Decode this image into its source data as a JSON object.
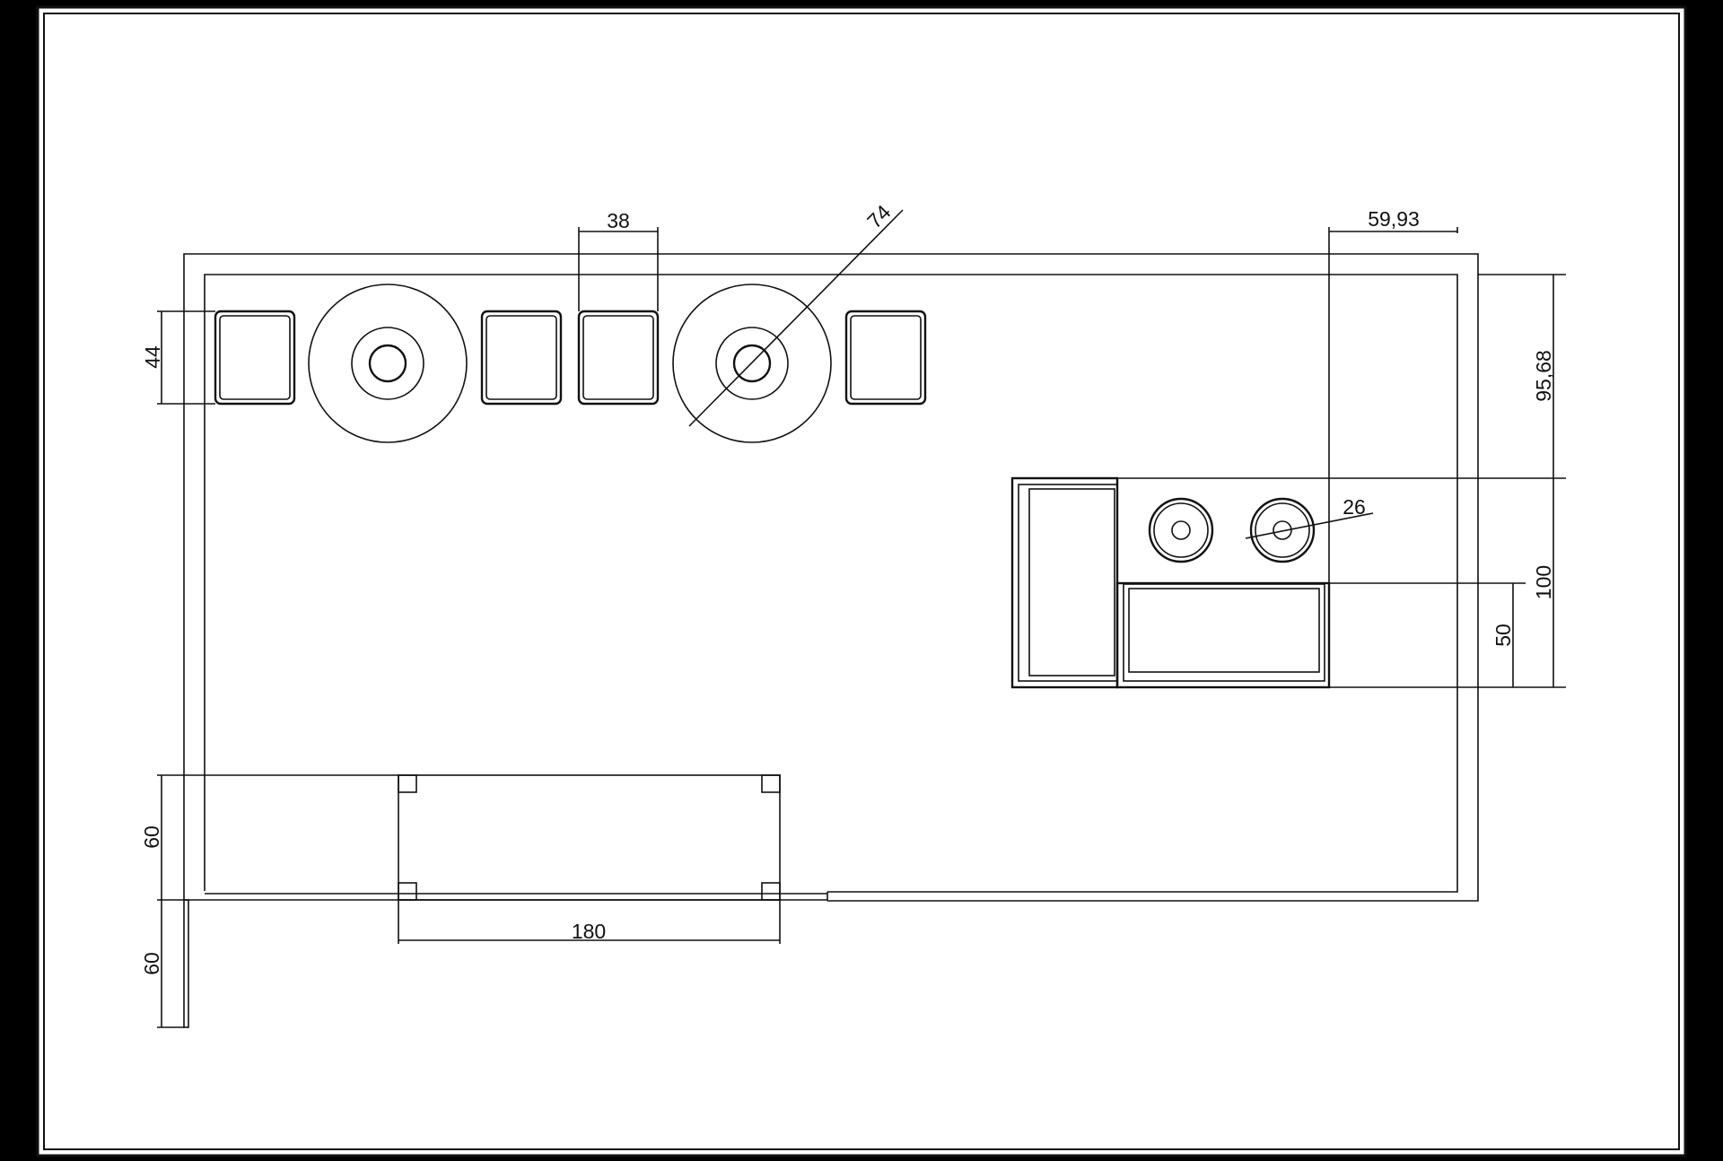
{
  "drawing": {
    "type": "floor-plan",
    "background_color": "#000000",
    "paper_color": "#ffffff",
    "line_color": "#111111",
    "dimensions": {
      "stool_width": "38",
      "round_table_diameter": "74",
      "right_offset": "59,93",
      "stool_depth": "44",
      "top_to_module": "95,68",
      "sink_diameter": "26",
      "module_depth": "100",
      "counter_depth": "50",
      "bench_depth": "60",
      "door_depth": "60",
      "bench_length": "180"
    }
  }
}
